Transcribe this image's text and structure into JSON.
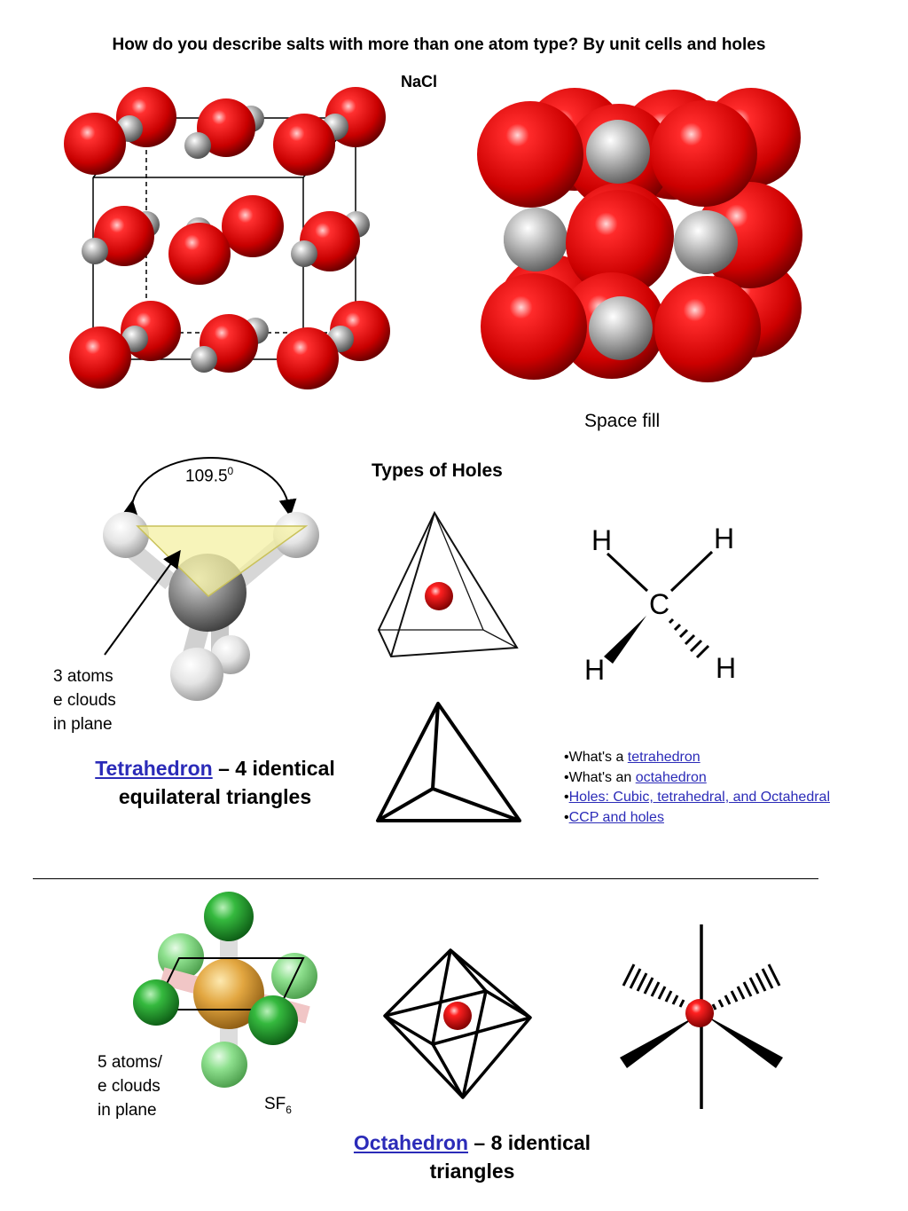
{
  "header": {
    "title": "How do you describe salts with more than one atom type?  By unit cells and holes",
    "compound": "NaCl"
  },
  "space_fill_label": "Space fill",
  "types_of_holes_label": "Types of Holes",
  "angle": {
    "value": "109.5",
    "sup": "0"
  },
  "tetra_note": {
    "line1": "3 atoms",
    "line2": "e clouds",
    "line3": "in plane"
  },
  "tetra_caption": {
    "link": "Tetrahedron",
    "rest": " – 4  identical",
    "line2": "equilateral triangles"
  },
  "methane_labels": {
    "h_top_left": "H",
    "h_top_right": "H",
    "center": "C",
    "h_bottom_left": "H",
    "h_bottom_right": "H"
  },
  "links": [
    {
      "bullet": "•",
      "prefix": "What's a ",
      "text": "tetrahedron"
    },
    {
      "bullet": "•",
      "prefix": "What's an ",
      "text": "octahedron"
    },
    {
      "bullet": "•",
      "prefix": "",
      "text": "Holes:  Cubic, tetrahedral, and Octahedral"
    },
    {
      "bullet": "•",
      "prefix": "",
      "text": "CCP and holes"
    }
  ],
  "octa_note": {
    "line1": "5 atoms/",
    "line2": "e clouds",
    "line3": "in plane"
  },
  "sf6": {
    "base": "SF",
    "sub": "6"
  },
  "octa_caption": {
    "link": "Octahedron",
    "rest": "  – 8  identical",
    "line2": "triangles"
  },
  "colors": {
    "chlorine_red": "#e0141c",
    "sodium_gray": "#a8a8a8",
    "link_blue": "#2b2bb8",
    "fluorine_green": "#2fb33a",
    "sulfur_gold": "#e2a640"
  }
}
